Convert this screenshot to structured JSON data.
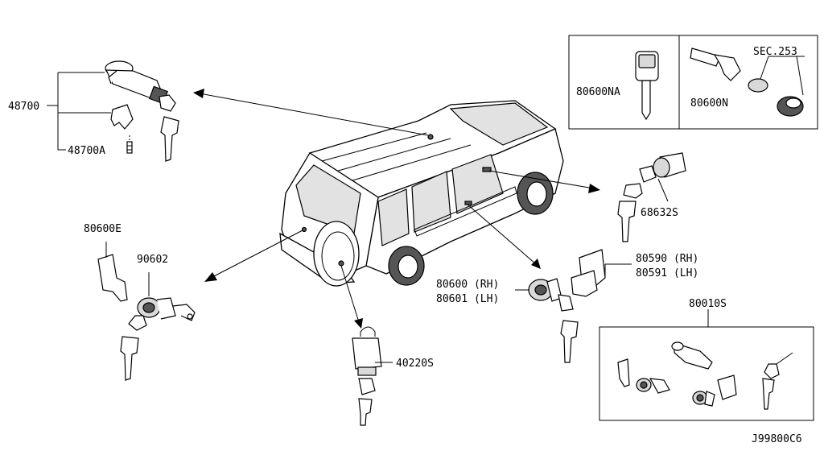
{
  "labels": {
    "p48700": "48700",
    "p48700A": "48700A",
    "p80600E": "80600E",
    "p90602": "90602",
    "p40220S": "40220S",
    "p80600RH": "80600 (RH)",
    "p80601LH": "80601 (LH)",
    "p80590RH": "80590 (RH)",
    "p80591LH": "80591 (LH)",
    "p68632S": "68632S",
    "p80010S": "80010S",
    "p80600NA": "80600NA",
    "p80600N": "80600N",
    "sec253": "SEC.253",
    "diagram_code": "J99800C6"
  }
}
